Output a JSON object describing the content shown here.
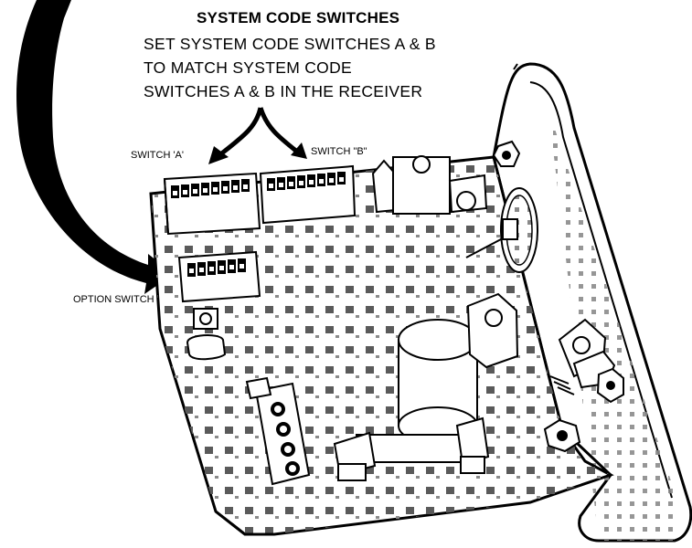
{
  "diagram": {
    "title": "SYSTEM CODE SWITCHES",
    "instruction_lines": [
      "SET SYSTEM CODE SWITCHES A & B",
      "TO MATCH SYSTEM CODE",
      "SWITCHES A & B IN THE RECEIVER"
    ],
    "labels": {
      "switch_a": "SWITCH 'A'",
      "switch_b": "SWITCH \"B\"",
      "option_switch": "OPTION SWITCH"
    },
    "colors": {
      "line": "#000000",
      "background": "#ffffff",
      "board_dots": "#555555"
    }
  }
}
